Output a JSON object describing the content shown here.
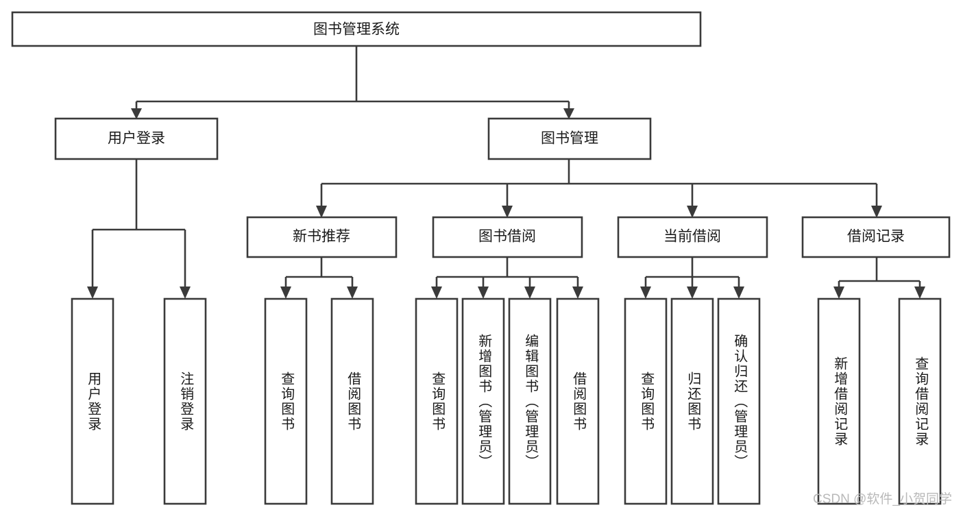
{
  "diagram": {
    "title": "图书管理系统",
    "type": "tree",
    "root": {
      "id": "root",
      "label": "图书管理系统",
      "orientation": "horizontal"
    },
    "level2": [
      {
        "id": "user-login",
        "label": "用户登录",
        "orientation": "horizontal"
      },
      {
        "id": "book-management",
        "label": "图书管理",
        "orientation": "horizontal"
      }
    ],
    "level3": [
      {
        "id": "new-book-recommend",
        "label": "新书推荐",
        "parent": "book-management",
        "orientation": "horizontal"
      },
      {
        "id": "book-borrow",
        "label": "图书借阅",
        "parent": "book-management",
        "orientation": "horizontal"
      },
      {
        "id": "current-borrow",
        "label": "当前借阅",
        "parent": "book-management",
        "orientation": "horizontal"
      },
      {
        "id": "borrow-record",
        "label": "借阅记录",
        "parent": "book-management",
        "orientation": "horizontal"
      }
    ],
    "leaves": [
      {
        "id": "leaf-user-login",
        "label": "用户登录",
        "parent": "user-login",
        "orientation": "vertical"
      },
      {
        "id": "leaf-logout-login",
        "label": "注销登录",
        "parent": "user-login",
        "orientation": "vertical"
      },
      {
        "id": "leaf-query-book-1",
        "label": "查询图书",
        "parent": "new-book-recommend",
        "orientation": "vertical"
      },
      {
        "id": "leaf-borrow-book-1",
        "label": "借阅图书",
        "parent": "new-book-recommend",
        "orientation": "vertical"
      },
      {
        "id": "leaf-query-book-2",
        "label": "查询图书",
        "parent": "book-borrow",
        "orientation": "vertical"
      },
      {
        "id": "leaf-add-book",
        "label": "新增图书（管理员）",
        "parent": "book-borrow",
        "orientation": "vertical"
      },
      {
        "id": "leaf-edit-book",
        "label": "编辑图书（管理员）",
        "parent": "book-borrow",
        "orientation": "vertical"
      },
      {
        "id": "leaf-borrow-book-2",
        "label": "借阅图书",
        "parent": "book-borrow",
        "orientation": "vertical"
      },
      {
        "id": "leaf-query-book-3",
        "label": "查询图书",
        "parent": "current-borrow",
        "orientation": "vertical"
      },
      {
        "id": "leaf-return-book",
        "label": "归还图书",
        "parent": "current-borrow",
        "orientation": "vertical"
      },
      {
        "id": "leaf-confirm-return",
        "label": "确认归还（管理员）",
        "parent": "current-borrow",
        "orientation": "vertical"
      },
      {
        "id": "leaf-add-record",
        "label": "新增借阅记录",
        "parent": "borrow-record",
        "orientation": "vertical"
      },
      {
        "id": "leaf-query-record",
        "label": "查询借阅记录",
        "parent": "borrow-record",
        "orientation": "vertical"
      }
    ],
    "watermark": "CSDN @软件_小贺同学",
    "colors": {
      "stroke": "#3a3a3a",
      "box_fill": "#ffffff",
      "text": "#1a1a1a",
      "background": "#ffffff",
      "watermark": "#b9b9b9"
    }
  }
}
